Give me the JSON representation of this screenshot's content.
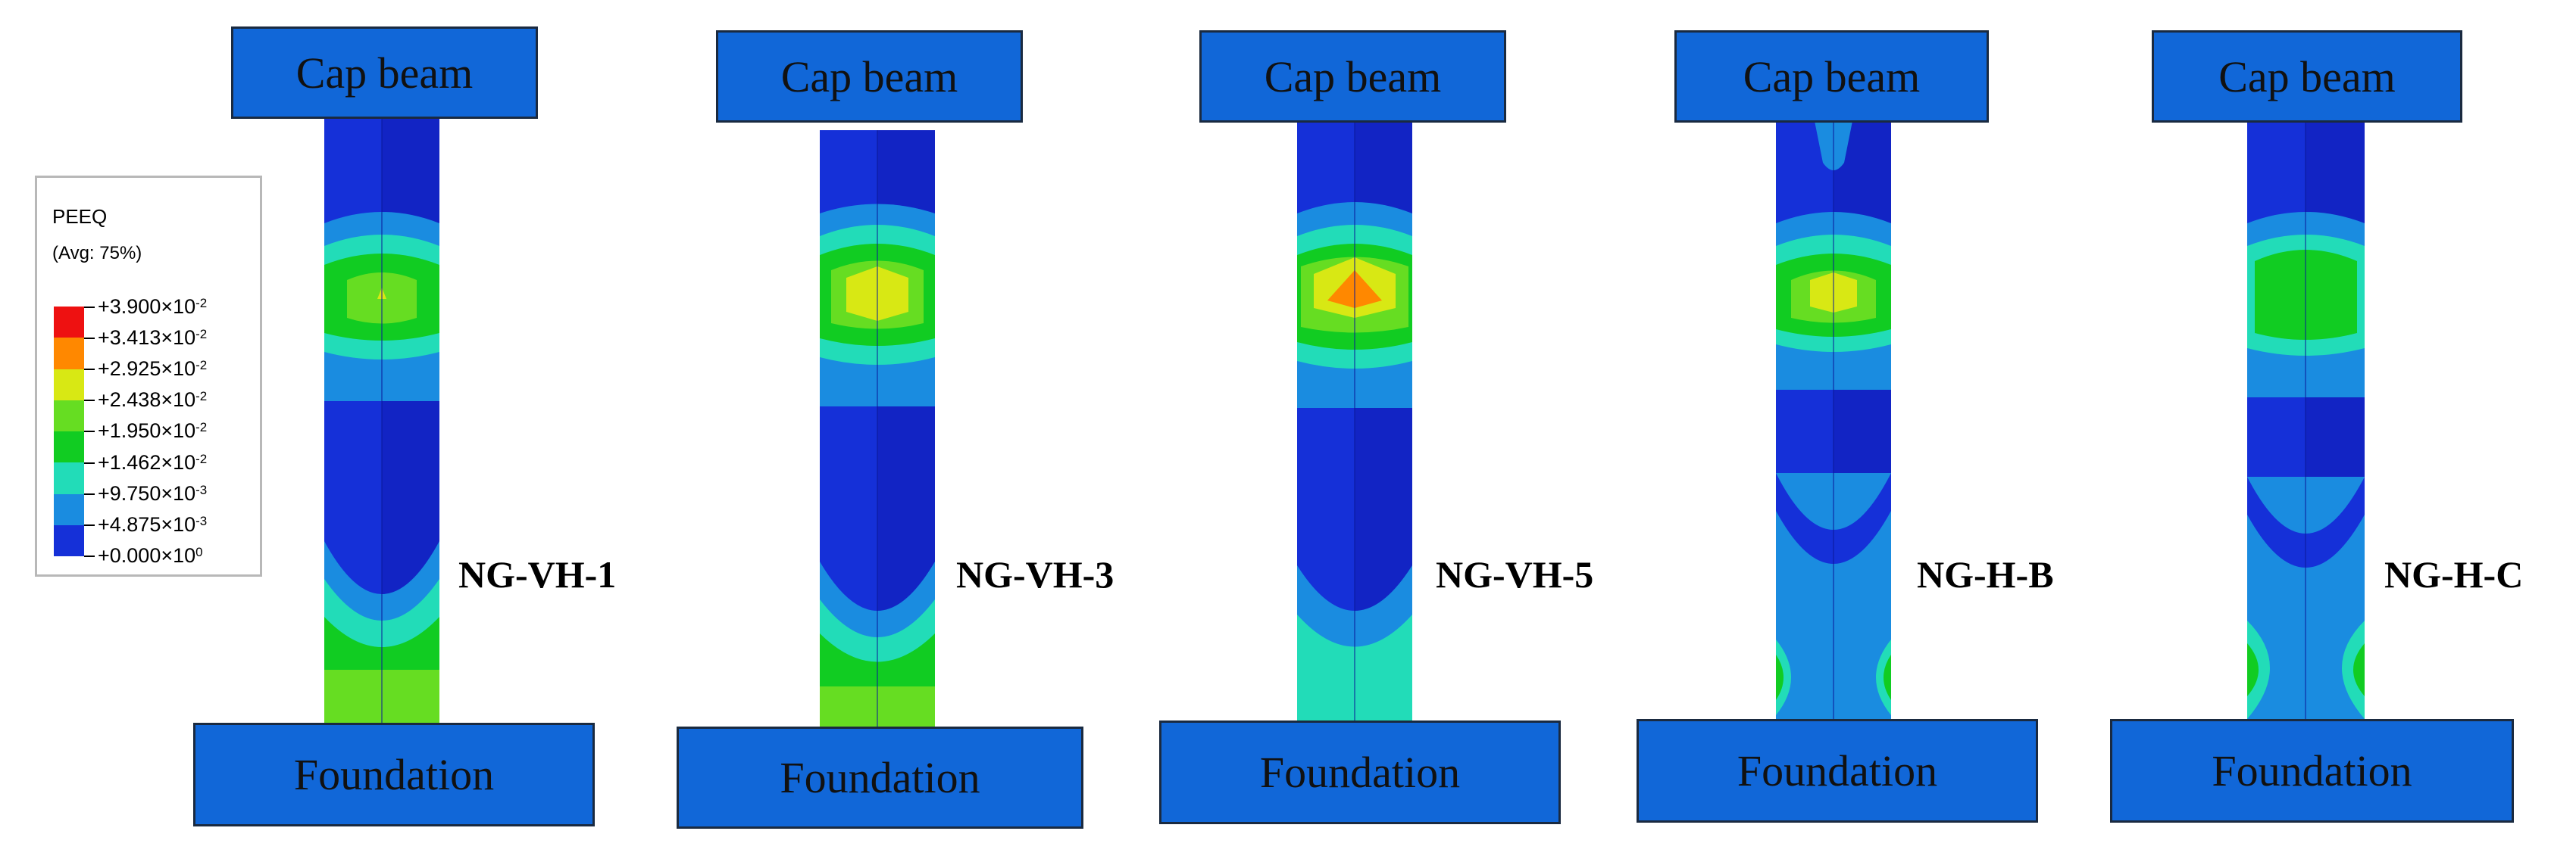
{
  "legend": {
    "title": "PEEQ",
    "subtitle": "(Avg: 75%)",
    "colors": [
      "#ee1111",
      "#ff8800",
      "#d8e814",
      "#66dd22",
      "#11cc22",
      "#22dcb8",
      "#1a8ce0",
      "#1530d8"
    ],
    "entries": [
      {
        "mant": "+3.900×10",
        "exp": "-2"
      },
      {
        "mant": "+3.413×10",
        "exp": "-2"
      },
      {
        "mant": "+2.925×10",
        "exp": "-2"
      },
      {
        "mant": "+2.438×10",
        "exp": "-2"
      },
      {
        "mant": "+1.950×10",
        "exp": "-2"
      },
      {
        "mant": "+1.462×10",
        "exp": "-2"
      },
      {
        "mant": "+9.750×10",
        "exp": "-3"
      },
      {
        "mant": "+4.875×10",
        "exp": "-3"
      },
      {
        "mant": "+0.000×10",
        "exp": "0"
      }
    ]
  },
  "specimens": [
    {
      "id": "NG-VH-1",
      "cap": "Cap beam",
      "foundation": "Foundation",
      "peak_band": "yellow",
      "base_pattern": "green"
    },
    {
      "id": "NG-VH-3",
      "cap": "Cap beam",
      "foundation": "Foundation",
      "peak_band": "yellow",
      "base_pattern": "green"
    },
    {
      "id": "NG-VH-5",
      "cap": "Cap beam",
      "foundation": "Foundation",
      "peak_band": "orange",
      "base_pattern": "cyan"
    },
    {
      "id": "NG-H-B",
      "cap": "Cap beam",
      "foundation": "Foundation",
      "peak_band": "yellow",
      "base_pattern": "side-lobes"
    },
    {
      "id": "NG-H-C",
      "cap": "Cap beam",
      "foundation": "Foundation",
      "peak_band": "green",
      "base_pattern": "side-lobes"
    }
  ]
}
